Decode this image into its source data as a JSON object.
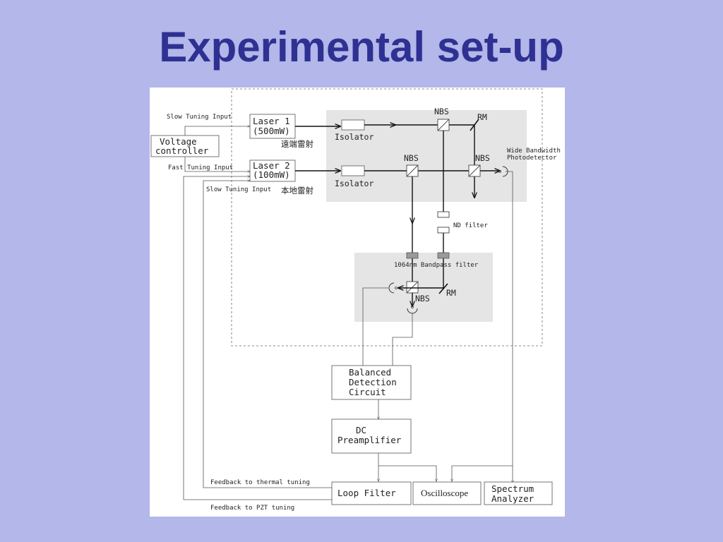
{
  "title": "Experimental set-up",
  "diagram": {
    "boxes": {
      "voltage_controller": [
        "Voltage",
        "controller"
      ],
      "laser1": [
        "Laser 1",
        "(500mW)"
      ],
      "laser2": [
        "Laser 2",
        "(100mW)"
      ],
      "balanced_detection": [
        "Balanced",
        "Detection",
        "Circuit"
      ],
      "dc_preamp": [
        "DC",
        "Preamplifier"
      ],
      "loop_filter": "Loop Filter",
      "oscilloscope": "Oscilloscope",
      "spectrum_analyzer": [
        "Spectrum",
        "Analyzer"
      ]
    },
    "labels": {
      "slow_tuning_input_1": "Slow Tuning Input",
      "fast_tuning_input": "Fast Tuning Input",
      "slow_tuning_input_2": "Slow Tuning Input",
      "laser1_chinese": "遠端雷射",
      "laser2_chinese": "本地雷射",
      "isolator_1": "Isolator",
      "isolator_2": "Isolator",
      "nbs_top": "NBS",
      "rm_top": "RM",
      "nbs_mid_left": "NBS",
      "nbs_mid_right": "NBS",
      "photodetector": [
        "Wide Bandwidth",
        "Photodetector"
      ],
      "nd_filter": "ND filter",
      "bandpass_filter": "1064nm Bandpass filter",
      "rm_bottom": "RM",
      "nbs_bottom": "NBS",
      "feedback_thermal": "Feedback to thermal tuning",
      "feedback_pzt": "Feedback to PZT tuning"
    }
  }
}
